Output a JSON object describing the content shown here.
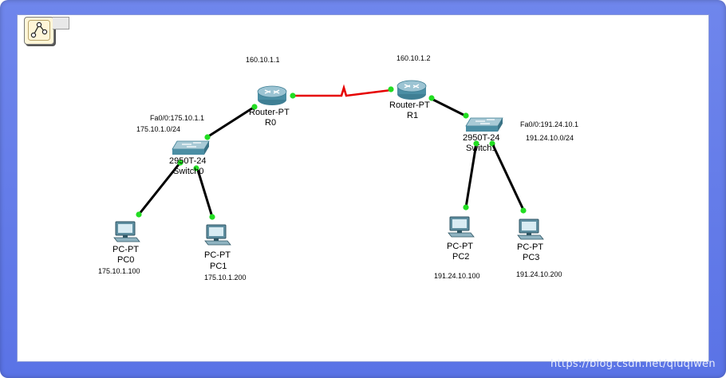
{
  "workspace": {
    "logical_tool_icon": "logical-topology-icon"
  },
  "links": [
    {
      "from": "R0",
      "to": "R1",
      "type": "serial",
      "color": "#e60000"
    },
    {
      "from": "R0",
      "to": "Switch0",
      "type": "copper",
      "color": "#000000"
    },
    {
      "from": "R1",
      "to": "Switch1",
      "type": "copper",
      "color": "#000000"
    },
    {
      "from": "Switch0",
      "to": "PC0",
      "type": "copper",
      "color": "#000000"
    },
    {
      "from": "Switch0",
      "to": "PC1",
      "type": "copper",
      "color": "#000000"
    },
    {
      "from": "Switch1",
      "to": "PC2",
      "type": "copper",
      "color": "#000000"
    },
    {
      "from": "Switch1",
      "to": "PC3",
      "type": "copper",
      "color": "#000000"
    }
  ],
  "link_light_color": "#22dd22",
  "routers": {
    "r0": {
      "model": "Router-PT",
      "name": "R0",
      "serial_ip": "160.10.1.1"
    },
    "r1": {
      "model": "Router-PT",
      "name": "R1",
      "serial_ip": "160.10.1.2"
    }
  },
  "switches": {
    "sw0": {
      "model": "2950T-24",
      "name": "Switch0",
      "gateway": "Fa0/0:175.10.1.1",
      "network": "175.10.1.0/24"
    },
    "sw1": {
      "model": "2950T-24",
      "name": "Switch1",
      "gateway": "Fa0/0:191.24.10.1",
      "network": "191.24.10.0/24"
    }
  },
  "pcs": {
    "pc0": {
      "model": "PC-PT",
      "name": "PC0",
      "ip": "175.10.1.100"
    },
    "pc1": {
      "model": "PC-PT",
      "name": "PC1",
      "ip": "175.10.1.200"
    },
    "pc2": {
      "model": "PC-PT",
      "name": "PC2",
      "ip": "191.24.10.100"
    },
    "pc3": {
      "model": "PC-PT",
      "name": "PC3",
      "ip": "191.24.10.200"
    }
  },
  "watermark": "https://blog.csdn.net/qiuqiwen"
}
